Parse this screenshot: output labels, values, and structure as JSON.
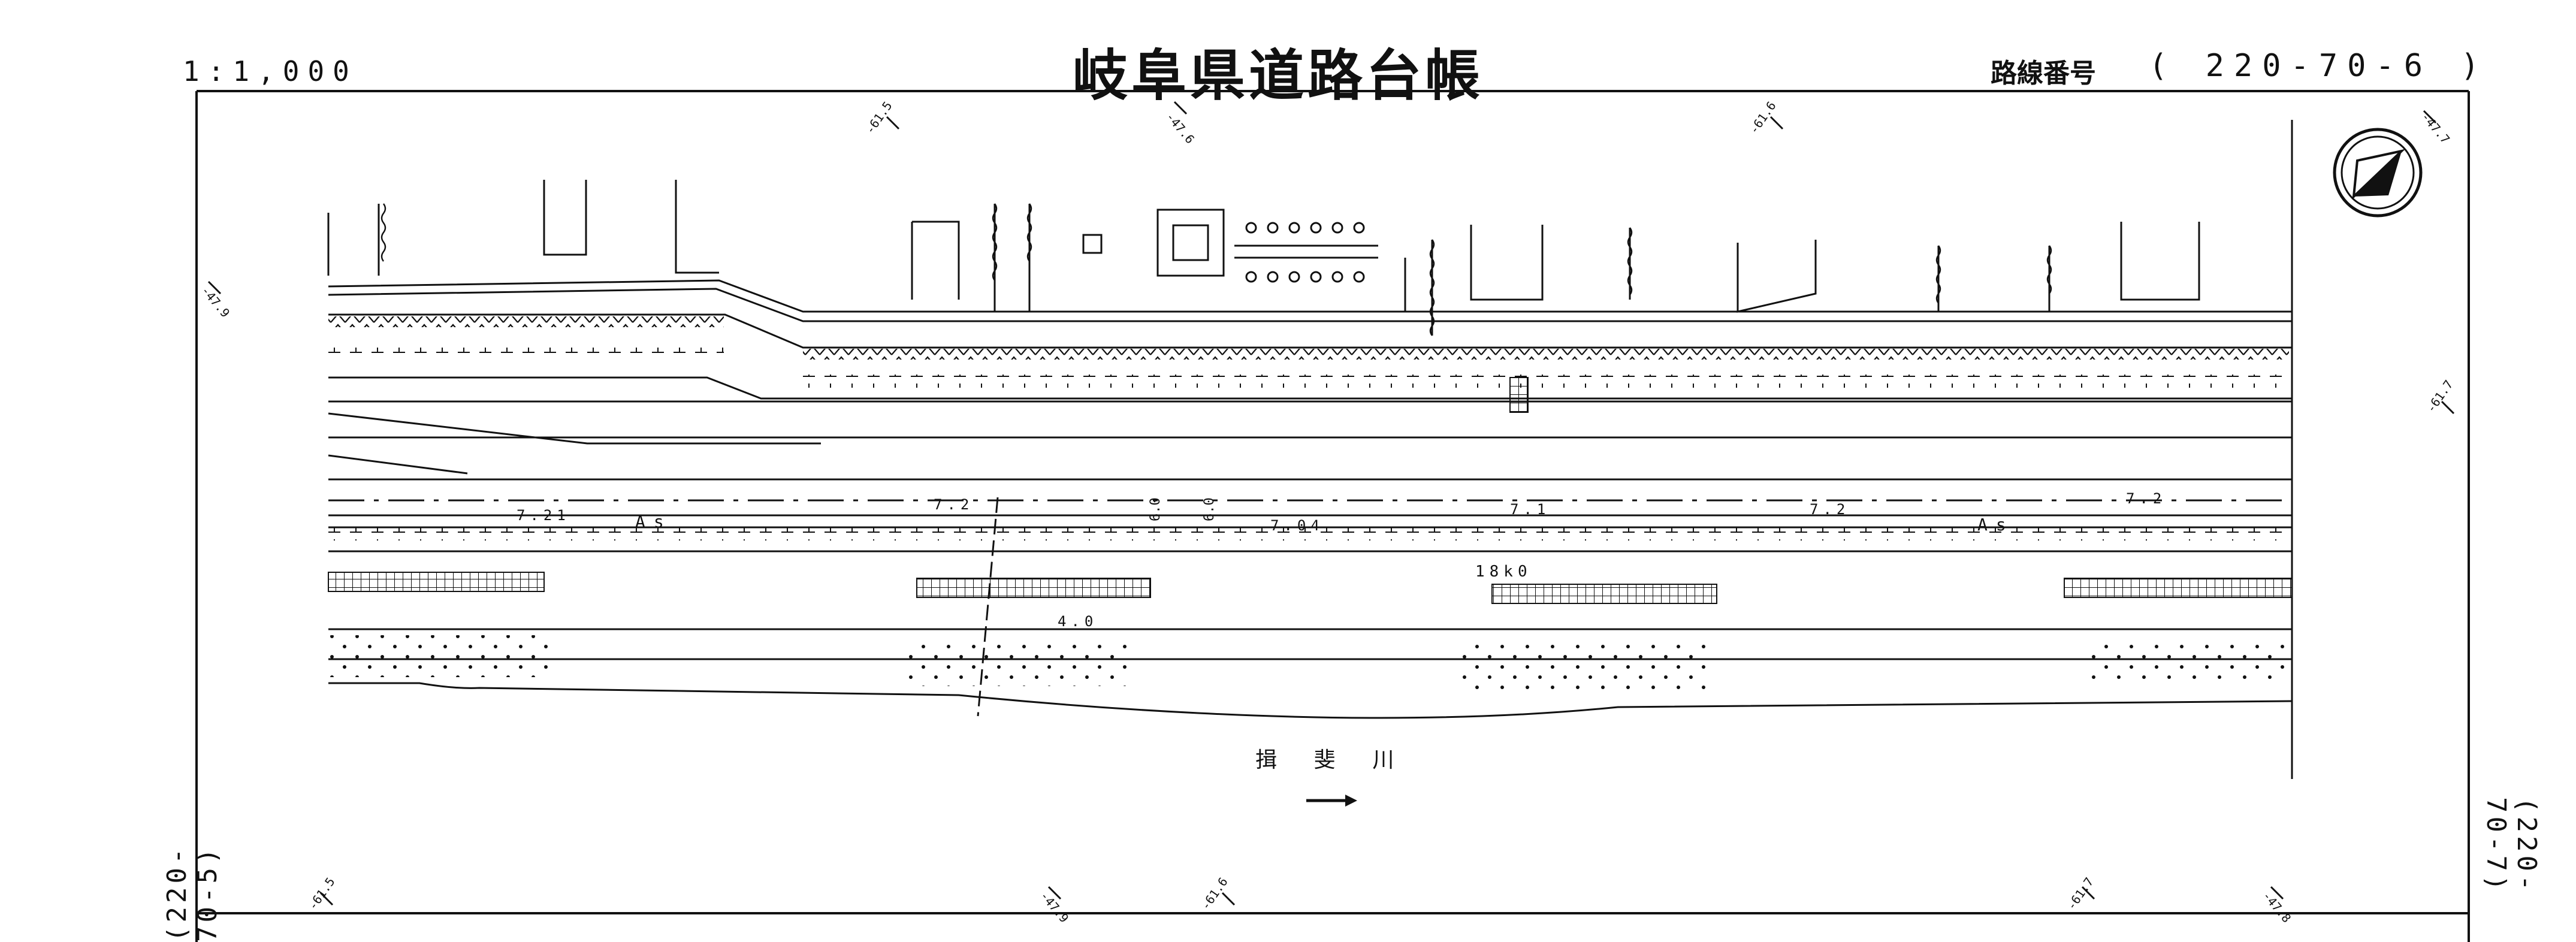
{
  "header": {
    "scale": "1:1,000",
    "title": "岐阜県道路台帳",
    "route_label": "路線番号",
    "route_number": "( 220-70-6 )"
  },
  "margins": {
    "left_sheet_ref": "(220-70-5)",
    "right_sheet_ref": "(220-70-7)"
  },
  "drawing": {
    "river_name": "揖 斐 川",
    "km_post": "18k0",
    "surface_label": "As",
    "elevations": [
      "7.21",
      "7.2",
      "7.04",
      "7.1",
      "7.2",
      "7.2",
      "4.0"
    ],
    "widths": [
      "6.0",
      "6.0"
    ],
    "grid_labels": [
      "-61.5",
      "-47.6",
      "-61.6",
      "-47.7",
      "-47.9",
      "-61.7",
      "-61.5",
      "-47.9",
      "-61.6",
      "-61.7",
      "-47.8"
    ]
  },
  "colors": {
    "line": "#111111",
    "paper": "#ffffff"
  }
}
